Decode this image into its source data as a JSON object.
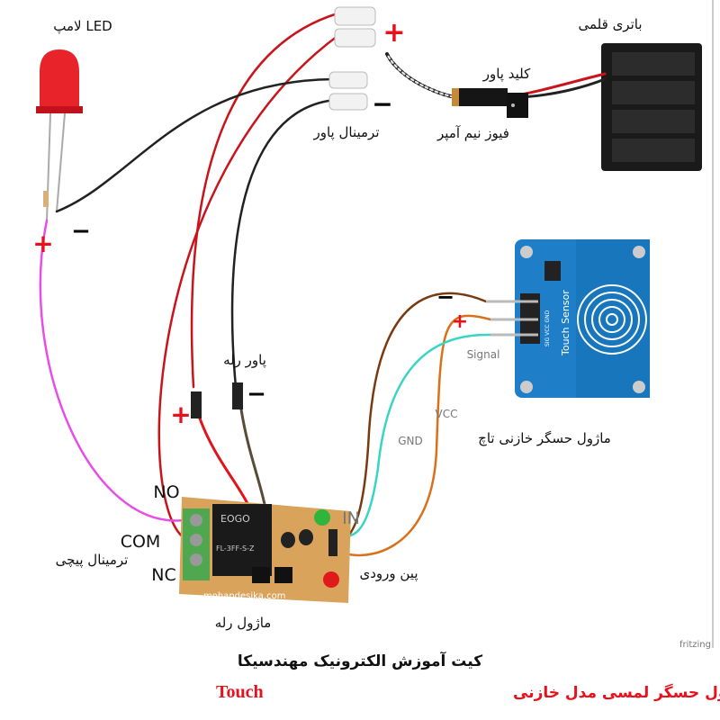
{
  "labels": {
    "led_lamp": "لامپ LED",
    "battery": "باتری قلمی",
    "power_switch": "کلید پاور",
    "power_terminal": "ترمینال پاور",
    "fuse": "فیوز نیم آمپر",
    "relay_power": "پاور رله",
    "touch_module": "ماژول حسگر خازنی تاچ",
    "signal": "Signal",
    "vcc": "VCC",
    "gnd": "GND",
    "no": "NO",
    "com": "COM",
    "nc": "NC",
    "in": "IN",
    "screw_terminal": "ترمینال پیچی",
    "input_pin": "پین ورودی",
    "relay_module": "ماژول رله",
    "plus": "+",
    "minus": "−"
  },
  "board_text": {
    "relay_site": "mohandesika.com",
    "relay_brand": "EOGO",
    "relay_part": "FL-3FF-S-Z",
    "sensor_name": "Touch Sensor",
    "sensor_pins": "SIG VCC GND"
  },
  "watermark": "fritzing",
  "title": {
    "line1": "کیت آموزش الکترونیک مهندسیکا",
    "line2_fa": "ماژول حسگر لمسی مدل خازنی",
    "line2_en": "Touch"
  },
  "colors": {
    "wire_red": "#c8141a",
    "wire_black": "#222222",
    "wire_magenta": "#e64ee6",
    "wire_brown": "#7a3a10",
    "wire_orange": "#d8701c",
    "wire_cyan": "#38d4c4",
    "sensor_board": "#1e7fc8",
    "relay_board": "#d9a35c"
  }
}
